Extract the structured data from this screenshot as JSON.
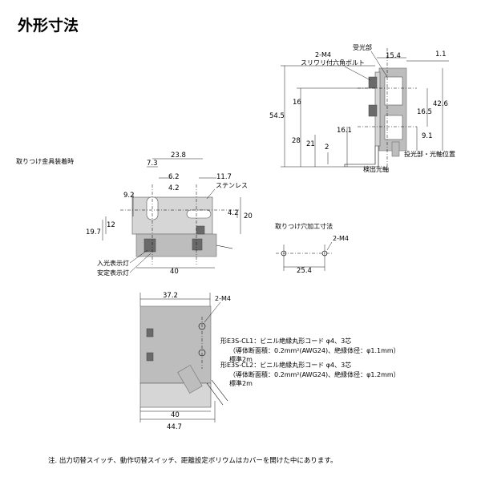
{
  "title": "外形寸法",
  "note": "注. 出力切替スイッチ、動作切替スイッチ、距離設定ボリウムはカバーを開けた中にあります。",
  "side_view": {
    "screw_label": "2-M4",
    "screw_desc": "スリワリ付六角ボルト",
    "receiver_label": "受光部",
    "axis_label": "投光部・光軸位置",
    "detect_axis_label": "検出光軸",
    "dims": {
      "d15_4": "15.4",
      "d1_1": "1.1",
      "d54_5": "54.5",
      "d42_6": "42.6",
      "d16": "16",
      "d16_5": "16.5",
      "d28": "28",
      "d16_1": "16.1",
      "d9_1": "9.1",
      "d21": "21",
      "d2": "2"
    }
  },
  "bracket_view": {
    "heading": "取りつけ金具装着時",
    "stainless": "ステンレス",
    "input_lamp": "入光表示灯",
    "stable_lamp": "安定表示灯",
    "dims": {
      "d23_8": "23.8",
      "d7_3": "7.3",
      "d6_2": "6.2",
      "d11_7": "11.7",
      "d4_2a": "4.2",
      "d9_2": "9.2",
      "d4_2b": "4.2",
      "d20": "20",
      "d12": "12",
      "d19_7": "19.7",
      "d40": "40"
    }
  },
  "hole_view": {
    "heading": "取りつけ穴加工寸法",
    "screw_label": "2-M4",
    "dim": "25.4"
  },
  "front_view": {
    "screw_label": "2-M4",
    "dims": {
      "d37_2": "37.2",
      "d40": "40",
      "d44_7": "44.7"
    }
  },
  "cable_spec": {
    "cl1": "形E3S-CL1：ビニル絶縁丸形コード φ4、3芯",
    "cl1_detail": "（導体断面積：0.2mm²(AWG24)、絶縁体径：φ1.1mm）",
    "cl1_std": "標準2m",
    "cl2": "形E3S-CL2：ビニル絶縁丸形コード φ4、3芯",
    "cl2_detail": "（導体断面積：0.2mm²(AWG24)、絶縁体径：φ1.2mm）",
    "cl2_std": "標準2m"
  }
}
